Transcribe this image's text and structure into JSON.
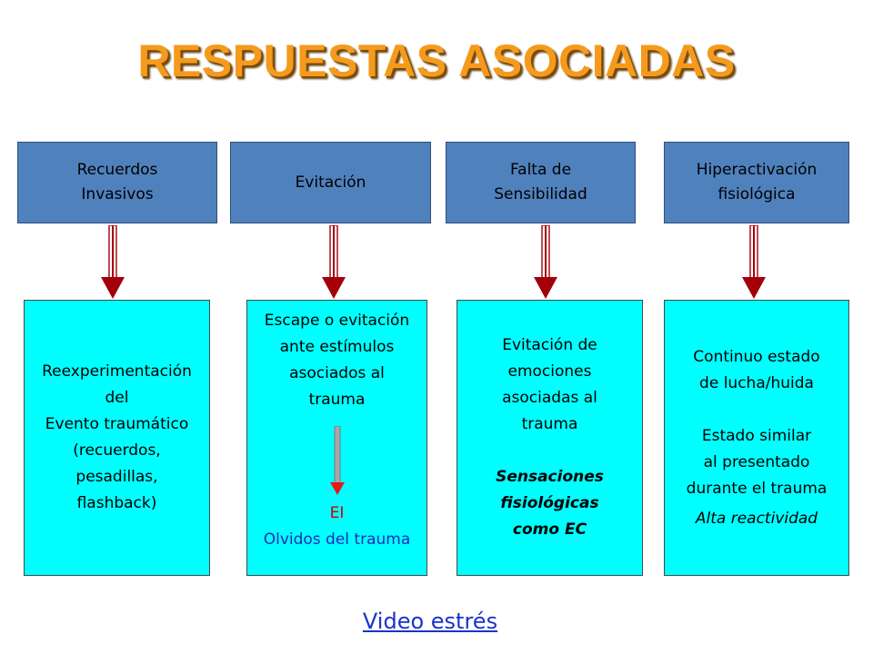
{
  "title": "RESPUESTAS ASOCIADAS",
  "columns": [
    {
      "header": [
        "Recuerdos",
        "Invasivos"
      ],
      "lines": [
        "Reexperimentación",
        "del",
        "Evento traumático",
        "(recuerdos,",
        "pesadillas,",
        "flashback)"
      ]
    },
    {
      "header": [
        "Evitación"
      ],
      "lines": [
        "Escape o evitación",
        "ante estímulos",
        "asociados al",
        "trauma"
      ],
      "inner_label": "EI",
      "footer": "Olvidos del trauma"
    },
    {
      "header": [
        "Falta de",
        "Sensibilidad"
      ],
      "lines": [
        "Evitación de",
        "emociones",
        "asociadas al",
        "trauma"
      ],
      "emphasis": [
        "Sensaciones",
        "fisiológicas",
        "como EC"
      ]
    },
    {
      "header": [
        "Hiperactivación",
        "fisiológica"
      ],
      "lines_a": [
        "Continuo estado",
        "de lucha/huida"
      ],
      "lines_b": [
        "Estado similar",
        "al presentado",
        "durante el trauma"
      ],
      "note": "Alta reactividad"
    }
  ],
  "link": "Video estrés",
  "colors": {
    "title": "#f59a1c",
    "header_fill": "#4f81bd",
    "detail_fill": "#00ffff",
    "arrow": "#a3000a"
  }
}
